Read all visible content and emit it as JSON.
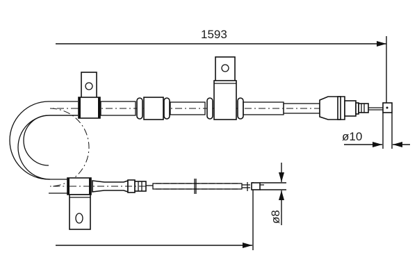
{
  "drawing": {
    "type": "Brake cable technical drawing",
    "dimensions": {
      "overall_length": {
        "label": "1593"
      },
      "outer_end_diameter": {
        "label": "ø10"
      },
      "inner_end_diameter": {
        "label": "ø8"
      }
    },
    "colors": {
      "line": "#111111",
      "background": "#ffffff"
    }
  }
}
